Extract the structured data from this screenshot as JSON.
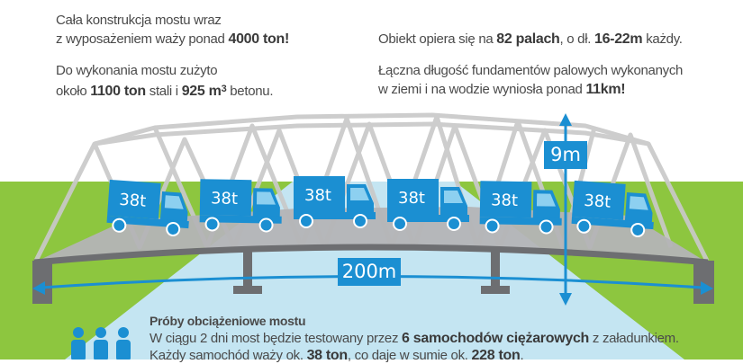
{
  "facts": {
    "weight": {
      "line1": "Cała konstrukcja mostu wraz",
      "line2_a": "z wyposażeniem waży ponad ",
      "line2_b": "4000 ton!"
    },
    "materials": {
      "line1": "Do wykonania mostu zużyto",
      "line2_a": "około ",
      "line2_b": "1100 ton",
      "line2_c": " stali i ",
      "line2_d": "925 m",
      "line2_sup": "3",
      "line2_e": " betonu."
    },
    "piles": {
      "a": "Obiekt opiera się na ",
      "b": "82 palach",
      "c": ", o dł. ",
      "d": "16-22m",
      "e": " każdy."
    },
    "foundations": {
      "line1": "Łączna długość fundamentów palowych wykonanych",
      "line2_a": "w ziemi i na wodzie wyniosła ponad ",
      "line2_b": "11km!"
    }
  },
  "trucks": [
    {
      "label": "38t"
    },
    {
      "label": "38t"
    },
    {
      "label": "38t"
    },
    {
      "label": "38t"
    },
    {
      "label": "38t"
    },
    {
      "label": "38t"
    }
  ],
  "dimensions": {
    "length": "200m",
    "height": "9m"
  },
  "load_test": {
    "title": "Próby obciążeniowe mostu",
    "line2_a": "W ciągu 2 dni most będzie testowany przez ",
    "line2_b": "6 samochodów ciężarowych",
    "line2_c": " z załadunkiem.",
    "line3_a": "Każdy samochód waży ok. ",
    "line3_b": "38 ton",
    "line3_c": ", co daje w sumie ok. ",
    "line3_d": "228 ton",
    "line3_e": "."
  },
  "colors": {
    "grass": "#8dc63f",
    "river": "#c4e5f2",
    "accent_blue": "#1b8fd2",
    "deck": "#b4b4b6",
    "beam": "#6d6e71",
    "truss": "#c9c9c9"
  }
}
